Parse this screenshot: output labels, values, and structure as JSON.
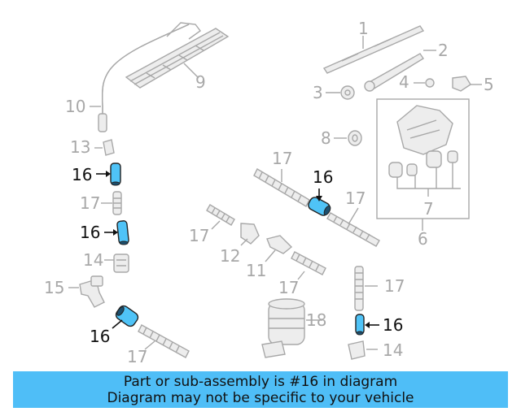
{
  "callouts": {
    "c1": "1",
    "c2": "2",
    "c3": "3",
    "c4": "4",
    "c5": "5",
    "c6": "6",
    "c7": "7",
    "c8": "8",
    "c9": "9",
    "c10": "10",
    "c11": "11",
    "c12": "12",
    "c13": "13",
    "c14": "14",
    "c15": "15",
    "c16": "16",
    "c17": "17",
    "c18": "18"
  },
  "highlight_color": "#4fc3f7",
  "banner": {
    "line1": "Part or sub-assembly is #16 in diagram",
    "line2": "Diagram may not be specific to your vehicle",
    "color": "#4fbef7"
  }
}
